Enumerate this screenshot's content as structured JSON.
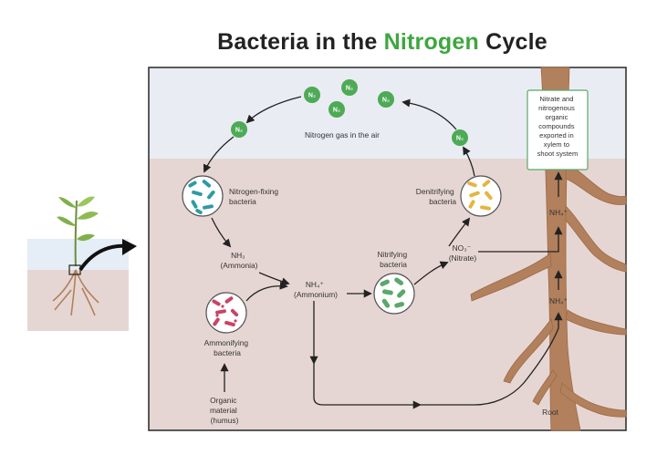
{
  "title": {
    "part1": "Bacteria in the ",
    "highlight": "Nitrogen",
    "part2": " Cycle",
    "highlight_color": "#3fa63f"
  },
  "n2_label": "N₂",
  "air_label": "Nitrogen gas in the air",
  "nodes": {
    "nitrogen_fixing": [
      "Nitrogen-fixing",
      "bacteria"
    ],
    "denitrifying": [
      "Denitrifying",
      "bacteria"
    ],
    "ammonia": [
      "NH₃",
      "(Ammonia)"
    ],
    "ammonium": [
      "NH₄⁺",
      "(Ammonium)"
    ],
    "nitrifying": [
      "Nitrifying",
      "bacteria"
    ],
    "nitrate": [
      "NO₃⁻",
      "(Nitrate)"
    ],
    "ammonifying": [
      "Ammonifying",
      "bacteria"
    ],
    "organic": [
      "Organic",
      "material",
      "(humus)"
    ],
    "root_nh4_upper": "NH₄⁺",
    "root_nh4_lower": "NH₄⁺",
    "root": "Root"
  },
  "xylem_box": [
    "Nitrate and",
    "nitrogenous",
    "organic",
    "compounds",
    "exported in",
    "xylem to",
    "shoot system"
  ],
  "colors": {
    "sky": "#e9edf3",
    "soil": "#e6d6d3",
    "root": "#b2805c",
    "n2": "#4daa55",
    "fixing_bacteria": "#2f9aa6",
    "denitrifying_bacteria": "#e4b541",
    "nitrifying_bacteria": "#5aa86a",
    "ammonifying_bacteria": "#c94466",
    "xylem_box_border": "#5aa86a"
  }
}
